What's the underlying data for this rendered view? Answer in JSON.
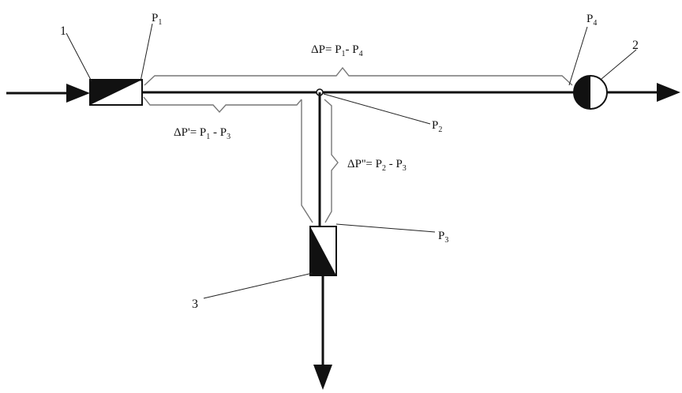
{
  "labels": {
    "component_1": "1",
    "component_2": "2",
    "component_3": "3",
    "p1_main": "P",
    "p1_sub": "1",
    "p2_main": "P",
    "p2_sub": "2",
    "p3_main": "P",
    "p3_sub": "3",
    "p4_main": "P",
    "p4_sub": "4"
  },
  "equations": {
    "main": {
      "lhs": "ΔP= P",
      "s1": "1",
      "mid": "- P",
      "s2": "4"
    },
    "branch1": {
      "lhs": "ΔP'= P",
      "s1": "1",
      "mid": " - P",
      "s2": "3"
    },
    "branch2": {
      "lhs": "ΔP''= P",
      "s1": "2",
      "mid": " - P",
      "s2": "3"
    }
  },
  "colors": {
    "line": "#111111",
    "brace": "#777777",
    "background": "#ffffff"
  }
}
